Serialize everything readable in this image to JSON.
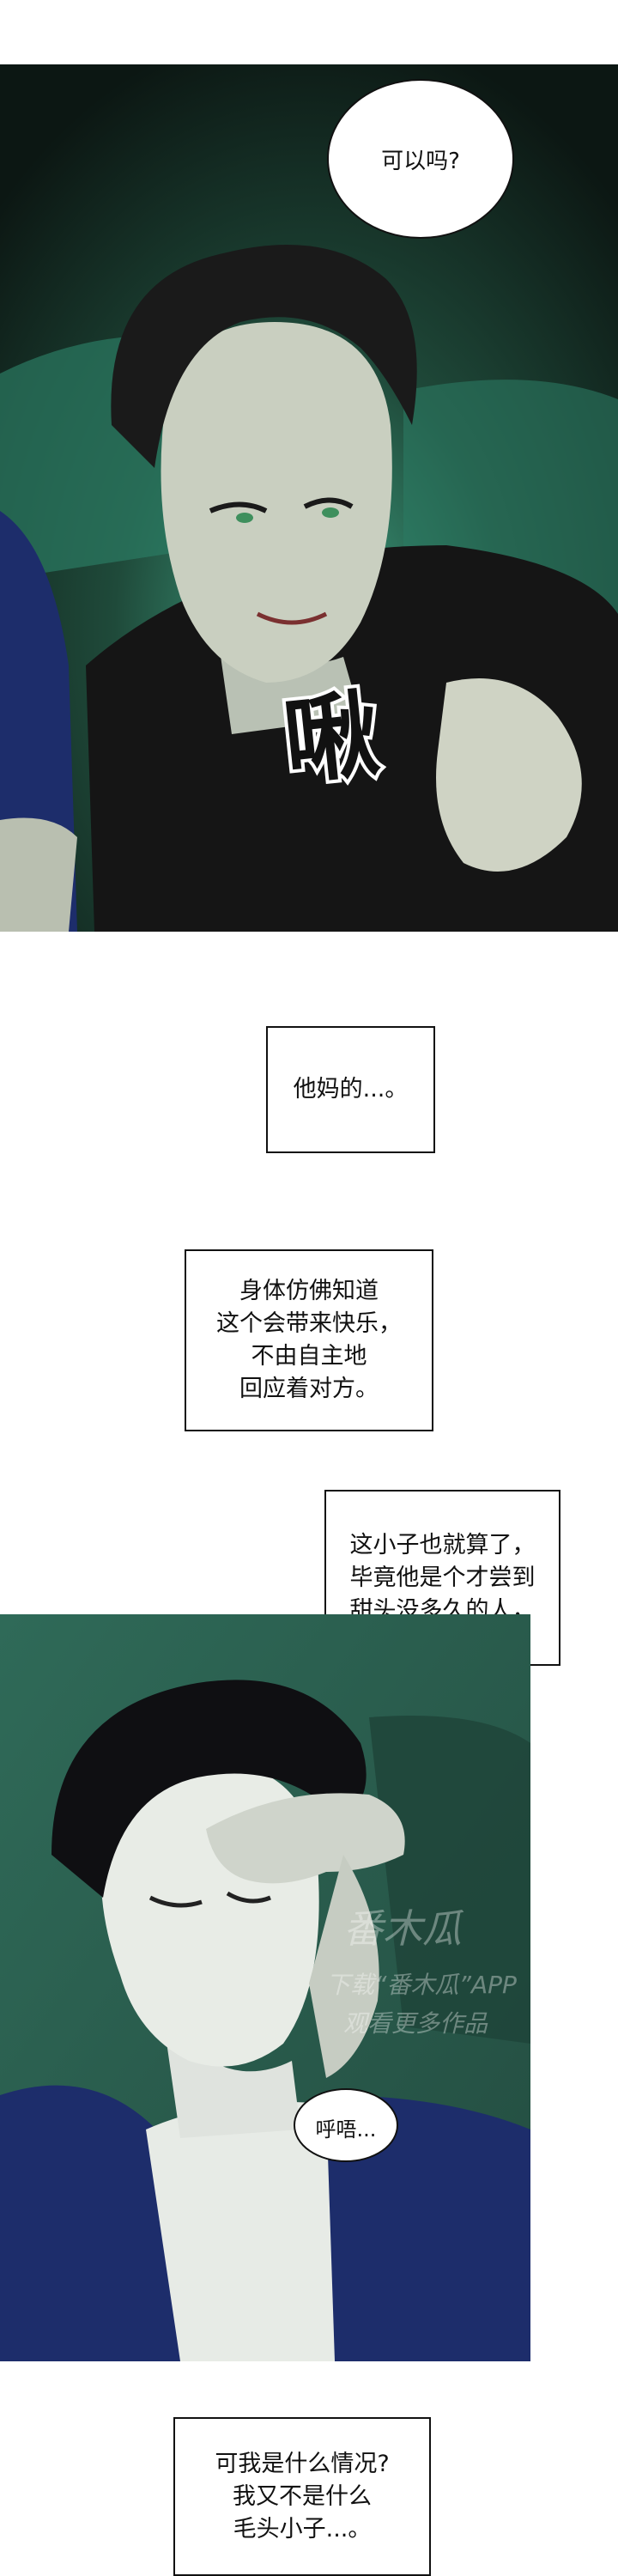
{
  "panel1": {
    "bubble_text": "可以吗?",
    "sfx_text": "啾"
  },
  "captions": {
    "c1": "他妈的...。",
    "c2": "身体仿佛知道\n这个会带来快乐，\n不由自主地\n回应着对方。",
    "c3": "这小子也就算了，\n毕竟他是个才尝到\n甜头没多久的人，",
    "c4": "可我是什么情况?\n我又不是什么\n毛头小子...。"
  },
  "panel2": {
    "bubble_text": "呼唔...",
    "watermark_line1": "番木瓜",
    "watermark_line2": "下载“番木瓜”APP",
    "watermark_line3": "观看更多作品"
  },
  "colors": {
    "panel1_bg": "#1f4a3a",
    "panel2_bg": "#2f6a58",
    "jacket": "#1d2d6b"
  }
}
